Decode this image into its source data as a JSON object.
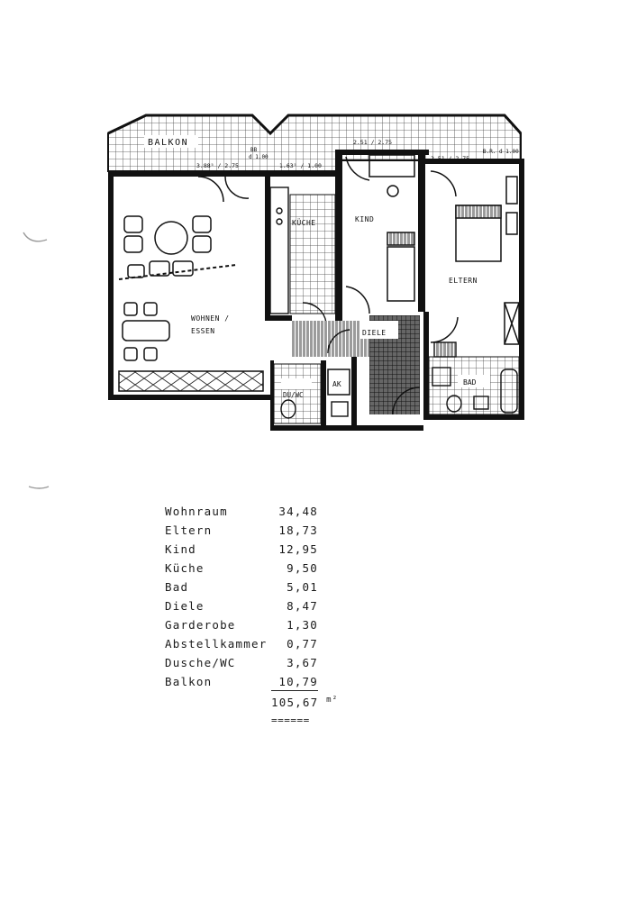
{
  "plan": {
    "labels": {
      "balkon": "BALKON",
      "kueche": "KÜCHE",
      "kind": "KIND",
      "eltern": "ELTERN",
      "wohnen": "WOHNEN /",
      "essen": "ESSEN",
      "diele": "DIELE",
      "duwc": "DU/WC",
      "ak": "AK",
      "bad": "BAD"
    },
    "dimensions": {
      "dim_left": "3.88⁵ / 2.75",
      "dim_mid": "1.63⁵ / 1.00",
      "dim_top": "2.51 / 2.75",
      "dim_right": "2.51 / 2.75",
      "bb_left": "BB",
      "bb_left2": "d 1.00",
      "bb_right": "B.R. d 1.00"
    }
  },
  "areas": {
    "rows": [
      {
        "name": "Wohnraum",
        "value": "34,48"
      },
      {
        "name": "Eltern",
        "value": "18,73"
      },
      {
        "name": "Kind",
        "value": "12,95"
      },
      {
        "name": "Küche",
        "value": "9,50"
      },
      {
        "name": "Bad",
        "value": "5,01"
      },
      {
        "name": "Diele",
        "value": "8,47"
      },
      {
        "name": "Garderobe",
        "value": "1,30"
      },
      {
        "name": "Abstellkammer",
        "value": "0,77"
      },
      {
        "name": "Dusche/WC",
        "value": "3,67"
      },
      {
        "name": "Balkon",
        "value": "10,79"
      }
    ],
    "total": "105,67",
    "unit": "m²",
    "double_rule": "======"
  }
}
